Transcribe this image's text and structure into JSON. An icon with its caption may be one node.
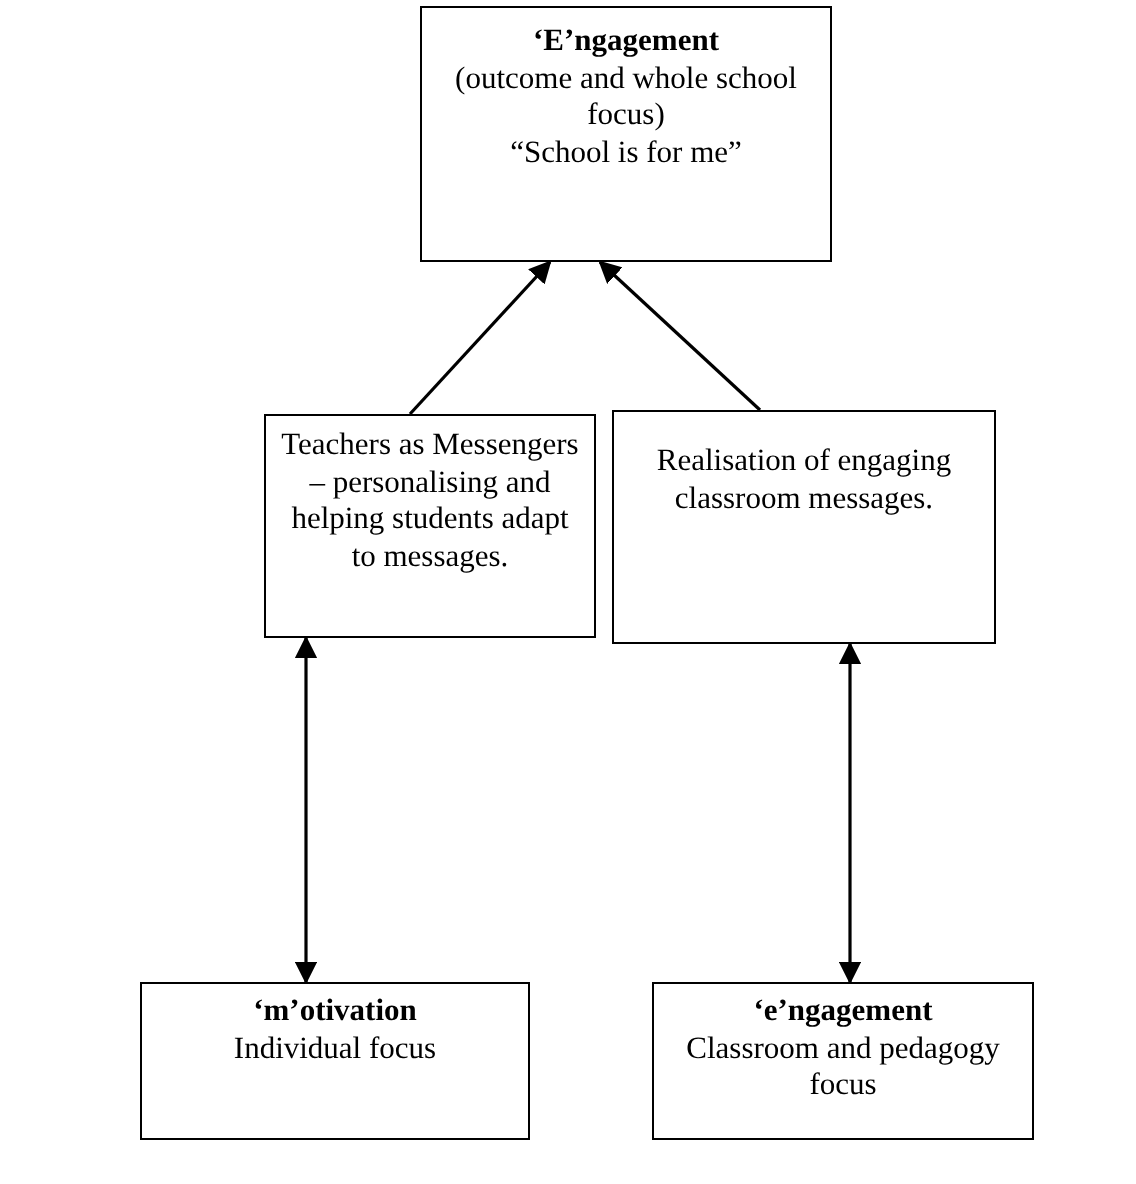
{
  "diagram": {
    "nodes": [
      {
        "text": [
          "‘E’ngagement",
          "(outcome and whole school focus)",
          "“School is for me”"
        ]
      },
      {
        "text": [
          "Teachers as Messengers – personalising and helping students adapt to messages."
        ]
      },
      {
        "text": [
          "Realisation of engaging classroom messages."
        ]
      },
      {
        "text": [
          "‘m’otivation",
          "Individual focus"
        ]
      },
      {
        "text": [
          "‘e’ngagement",
          "Classroom and pedagogy focus"
        ]
      }
    ],
    "edges": [
      {
        "from": 1,
        "to": 0,
        "arrow": "to"
      },
      {
        "from": 2,
        "to": 0,
        "arrow": "to"
      },
      {
        "from": 3,
        "to": 1,
        "arrow": "both"
      },
      {
        "from": 4,
        "to": 2,
        "arrow": "both"
      }
    ]
  }
}
